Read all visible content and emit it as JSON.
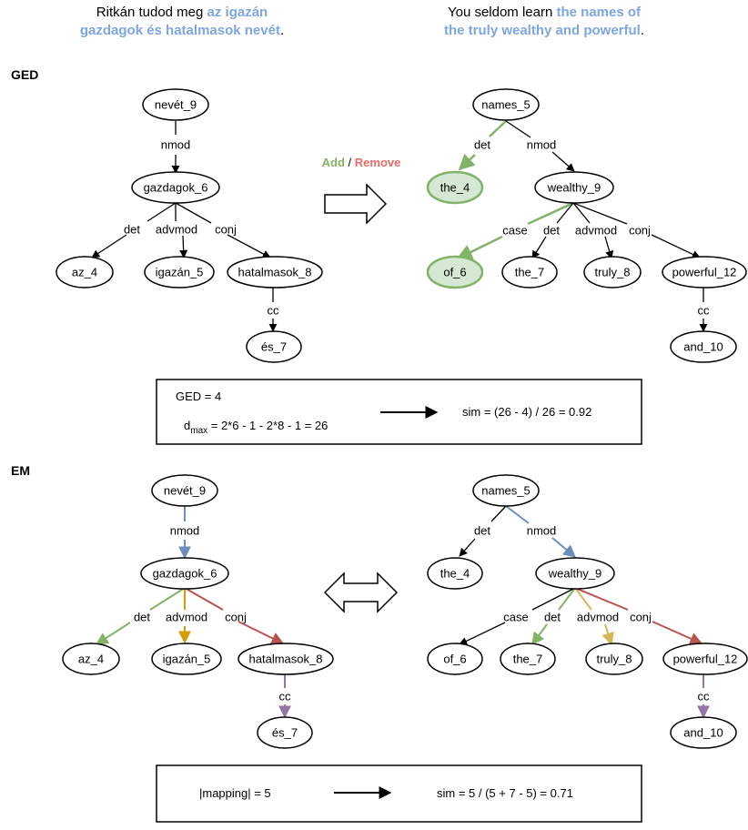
{
  "header": {
    "hu_line1_plain": "Ritkán tudod meg ",
    "hu_line1_hl": "az igazán",
    "hu_line2_hl": "gazdagok és hatalmasok nevét",
    "hu_line2_end": ".",
    "en_line1_plain": "You seldom learn ",
    "en_line1_hl": "the names of",
    "en_line2_hl": "the truly wealthy and powerful",
    "en_line2_end": "."
  },
  "colors": {
    "highlight": "#7ea6e0",
    "add": "#82b366",
    "remove": "#ea6b66",
    "blue": "#6c8ebf",
    "green": "#82b366",
    "orange": "#d79b00",
    "red": "#b85450",
    "purple": "#9673a6"
  },
  "ged": {
    "title": "GED",
    "legend_add": "Add",
    "legend_sep": " / ",
    "legend_remove": "Remove",
    "hu_nodes": {
      "root": "nevét_9",
      "gaz": "gazdagok_6",
      "az": "az_4",
      "igazan": "igazán_5",
      "hatalmasok": "hatalmasok_8",
      "es": "és_7"
    },
    "hu_edges": {
      "nmod": "nmod",
      "det": "det",
      "advmod": "advmod",
      "conj": "conj",
      "cc": "cc"
    },
    "en_nodes": {
      "root": "names_5",
      "the4": "the_4",
      "wealthy": "wealthy_9",
      "of6": "of_6",
      "the7": "the_7",
      "truly": "truly_8",
      "powerful": "powerful_12",
      "and": "and_10"
    },
    "en_edges": {
      "det": "det",
      "nmod": "nmod",
      "case": "case",
      "det2": "det",
      "advmod": "advmod",
      "conj": "conj",
      "cc": "cc"
    },
    "box": {
      "ged_line": "GED = 4",
      "dmax_d": "d",
      "dmax_sub": "max",
      "dmax_rest": " = 2*6 - 1 - 2*8 - 1 = 26",
      "sim": "sim = (26 - 4) / 26 = 0.92"
    }
  },
  "em": {
    "title": "EM",
    "hu_nodes": {
      "root": "nevét_9",
      "gaz": "gazdagok_6",
      "az": "az_4",
      "igazan": "igazán_5",
      "hatalmasok": "hatalmasok_8",
      "es": "és_7"
    },
    "hu_edges": {
      "nmod": "nmod",
      "det": "det",
      "advmod": "advmod",
      "conj": "conj",
      "cc": "cc"
    },
    "en_nodes": {
      "root": "names_5",
      "the4": "the_4",
      "wealthy": "wealthy_9",
      "of6": "of_6",
      "the7": "the_7",
      "truly": "truly_8",
      "powerful": "powerful_12",
      "and": "and_10"
    },
    "en_edges": {
      "det": "det",
      "nmod": "nmod",
      "case": "case",
      "det2": "det",
      "advmod": "advmod",
      "conj": "conj",
      "cc": "cc"
    },
    "box": {
      "mapping": "|mapping| = 5",
      "sim": "sim = 5 / (5 + 7 - 5) = 0.71"
    }
  }
}
